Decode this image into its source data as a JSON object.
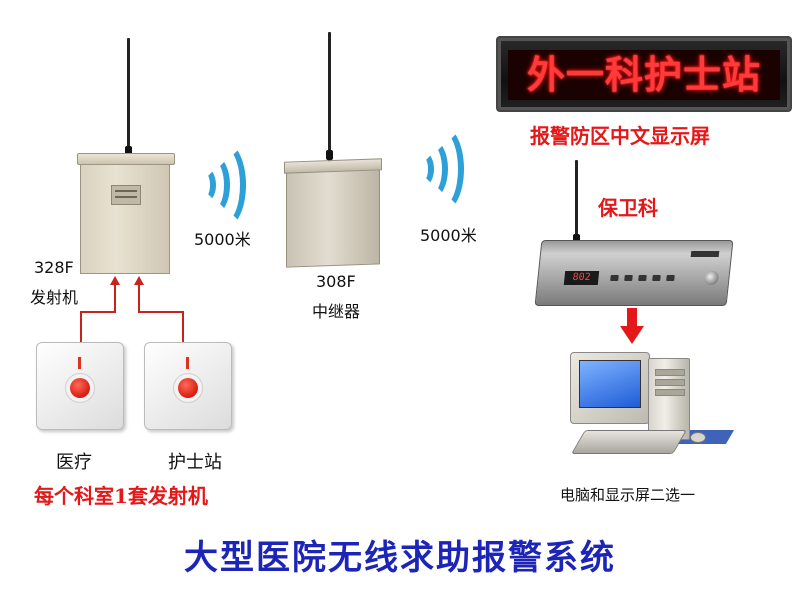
{
  "led_sign": {
    "text": "外一科护士站"
  },
  "labels": {
    "alarm_zone_display": "报警防区中文显示屏",
    "security_dept": "保卫科",
    "distance_1": "5000米",
    "distance_2": "5000米",
    "transmitter_model": "328F",
    "transmitter_name": "发射机",
    "repeater_model": "308F",
    "repeater_name": "中继器",
    "button_medical": "医疗",
    "button_nurse_station": "护士站",
    "per_department_note": "每个科室1套发射机",
    "pc_or_display": "电脑和显示屏二选一",
    "receiver_display": "802"
  },
  "title": "大型医院无线求助报警系统",
  "colors": {
    "title_blue": "#1c25b8",
    "accent_red": "#e41818",
    "wave_blue": "#2da0d8",
    "led_red": "#ff3a3a"
  },
  "icons": [
    "antenna-icon",
    "wireless-signal-icon",
    "arrow-down-icon",
    "arrow-up-icon",
    "computer-icon"
  ]
}
